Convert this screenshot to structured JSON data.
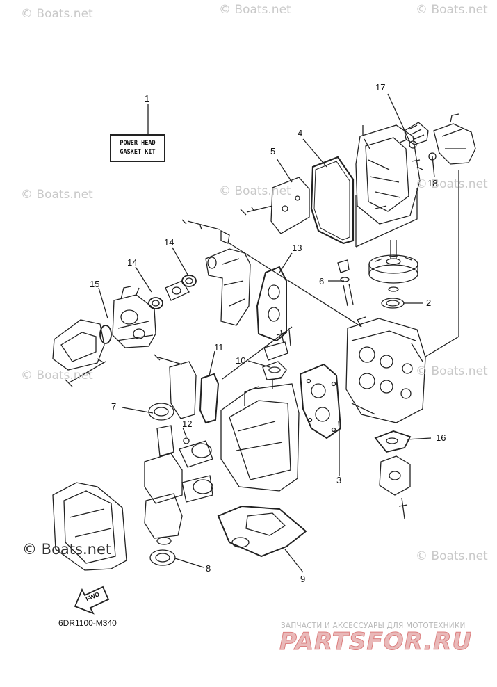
{
  "watermarks": [
    "© Boats.net",
    "© Boats.net",
    "© Boats.net",
    "© Boats.net",
    "© Boats.net",
    "© Boats.net",
    "© Boats.net",
    "© Boats.net",
    "© Boats.net"
  ],
  "main_watermark": "© Boats.net",
  "kit_label": {
    "line1": "POWER HEAD",
    "line2": "GASKET KIT"
  },
  "part_numbers": [
    "1",
    "2",
    "3",
    "4",
    "5",
    "6",
    "7",
    "8",
    "9",
    "10",
    "11",
    "12",
    "13",
    "14",
    "14",
    "15",
    "16",
    "17",
    "18"
  ],
  "fwd_label": "FWD",
  "diagram_code": "6DR1100-M340",
  "shop": {
    "tagline": "ЗАПЧАСТИ И АКСЕССУАРЫ ДЛЯ МОТОТЕХНИКИ",
    "logo": "PARTSFOR.RU"
  }
}
